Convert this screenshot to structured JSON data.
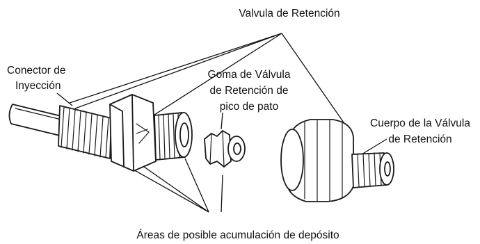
{
  "labels": {
    "check_valve": "Valvula de Retención",
    "injection_connector": [
      "Conector de",
      "Inyección"
    ],
    "duckbill_rubber": [
      "Goma de Válvula",
      "de Retención de",
      "pico de pato"
    ],
    "valve_body": [
      "Cuerpo de la Válvula",
      "de Retención"
    ],
    "deposit_areas": "Áreas de posible acumulación de depósito"
  },
  "palette": {
    "ink": "#1a1a1a",
    "background": "#ffffff"
  }
}
